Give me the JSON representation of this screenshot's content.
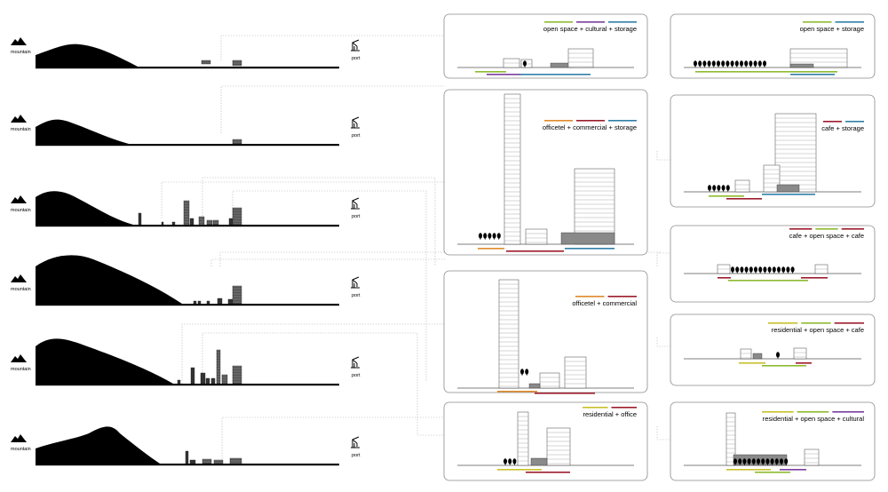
{
  "colors": {
    "open_space": "#8dba2f",
    "cultural": "#7a3d9e",
    "storage": "#2f7fa8",
    "officetel": "#e08a2a",
    "commercial": "#9c1b2b",
    "cafe": "#9c1b2b",
    "residential": "#c9c02a",
    "office": "#9c1b2b"
  },
  "icons": {
    "mountain": "mountain-icon",
    "port": "crane-icon"
  },
  "sections": [
    {
      "id": "s1",
      "mountain_label": "mountain",
      "port_label": "port"
    },
    {
      "id": "s2",
      "mountain_label": "mountain",
      "port_label": "port"
    },
    {
      "id": "s3",
      "mountain_label": "mountain",
      "port_label": "port"
    },
    {
      "id": "s4",
      "mountain_label": "mountain",
      "port_label": "port"
    },
    {
      "id": "s5",
      "mountain_label": "mountain",
      "port_label": "port"
    },
    {
      "id": "s6",
      "mountain_label": "mountain",
      "port_label": "port"
    }
  ],
  "panels": [
    {
      "id": "m1",
      "caption": "open space + cultural + storage",
      "keys": [
        "open_space",
        "cultural",
        "storage"
      ]
    },
    {
      "id": "m2",
      "caption": "officetel + commercial + storage",
      "keys": [
        "officetel",
        "commercial",
        "storage"
      ]
    },
    {
      "id": "m3",
      "caption": "officetel + commercial",
      "keys": [
        "officetel",
        "commercial"
      ]
    },
    {
      "id": "m4",
      "caption": "residential + office",
      "keys": [
        "residential",
        "office"
      ]
    },
    {
      "id": "r1",
      "caption": "open space + storage",
      "keys": [
        "open_space",
        "storage"
      ]
    },
    {
      "id": "r2",
      "caption": "cafe + storage",
      "keys": [
        "cafe",
        "storage"
      ]
    },
    {
      "id": "r3",
      "caption": "cafe + open space + cafe",
      "keys": [
        "cafe",
        "open_space",
        "cafe"
      ]
    },
    {
      "id": "r4",
      "caption": "residential + open space + cafe",
      "keys": [
        "residential",
        "open_space",
        "cafe"
      ]
    },
    {
      "id": "r5",
      "caption": "residential + open space + cultural",
      "keys": [
        "residential",
        "open_space",
        "cultural"
      ]
    }
  ]
}
